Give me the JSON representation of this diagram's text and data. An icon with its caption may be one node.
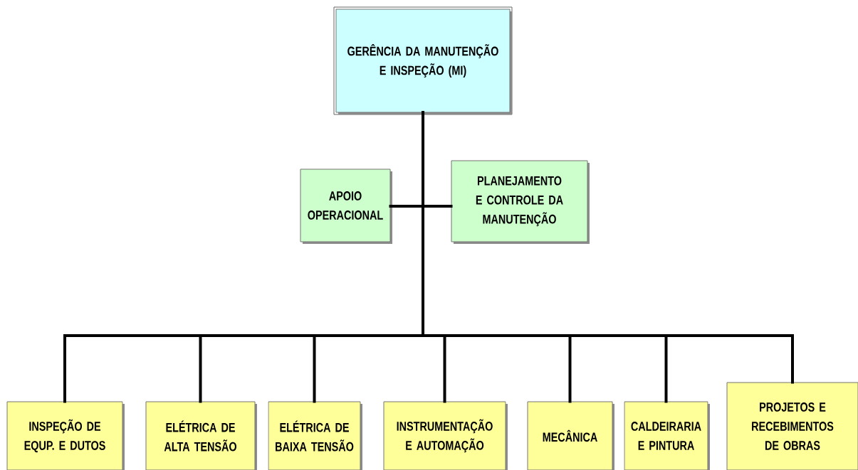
{
  "diagram": {
    "nodes": [
      {
        "text": [
          "GERÊNCIA DA MANUTENÇÃO E INSPEÇÃO (MI)"
        ]
      },
      {
        "text": [
          "APOIO OPERACIONAL"
        ]
      },
      {
        "text": [
          "PLANEJAMENTO E CONTROLE DA MANUTENÇÃO"
        ]
      },
      {
        "text": [
          "INSPEÇÃO DE EQUP. E DUTOS"
        ]
      },
      {
        "text": [
          "ELÉTRICA DE ALTA TENSÃO"
        ]
      },
      {
        "text": [
          "ELÉTRICA DE BAIXA TENSÃO"
        ]
      },
      {
        "text": [
          "INSTRUMENTAÇÃO E AUTOMAÇÃO"
        ]
      },
      {
        "text": [
          "MECÂNICA"
        ]
      },
      {
        "text": [
          "CALDEIRARIA E PINTURA"
        ]
      },
      {
        "text": [
          "PROJETOS E RECEBIMENTOS DE OBRAS"
        ]
      }
    ],
    "edges": [
      {
        "from": 0,
        "to": 1,
        "arrow": "none"
      },
      {
        "from": 0,
        "to": 2,
        "arrow": "none"
      },
      {
        "from": 0,
        "to": 3,
        "arrow": "none"
      },
      {
        "from": 0,
        "to": 4,
        "arrow": "none"
      },
      {
        "from": 0,
        "to": 5,
        "arrow": "none"
      },
      {
        "from": 0,
        "to": 6,
        "arrow": "none"
      },
      {
        "from": 0,
        "to": 7,
        "arrow": "none"
      },
      {
        "from": 0,
        "to": 8,
        "arrow": "none"
      },
      {
        "from": 0,
        "to": 9,
        "arrow": "none"
      }
    ]
  }
}
